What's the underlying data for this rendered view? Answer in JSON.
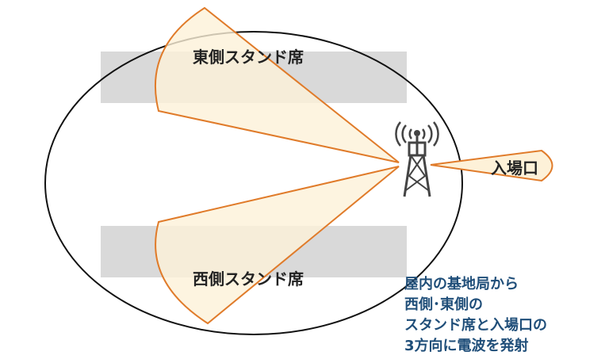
{
  "labels": {
    "east_stand": "東側スタンド席",
    "west_stand": "西側スタンド席",
    "entrance": "入場口"
  },
  "note": {
    "lines": [
      "屋内の基地局から",
      "西側･東側の",
      "スタンド席と入場口の",
      "3方向に電波を発射"
    ]
  },
  "icons": {
    "base_station": "antenna-tower-icon"
  },
  "colors": {
    "beam_fill": "#fdf1d8",
    "beam_stroke": "#e07b2a",
    "stand_fill": "#d9d9d9",
    "note_text": "#1f4e79",
    "tower": "#444444"
  }
}
